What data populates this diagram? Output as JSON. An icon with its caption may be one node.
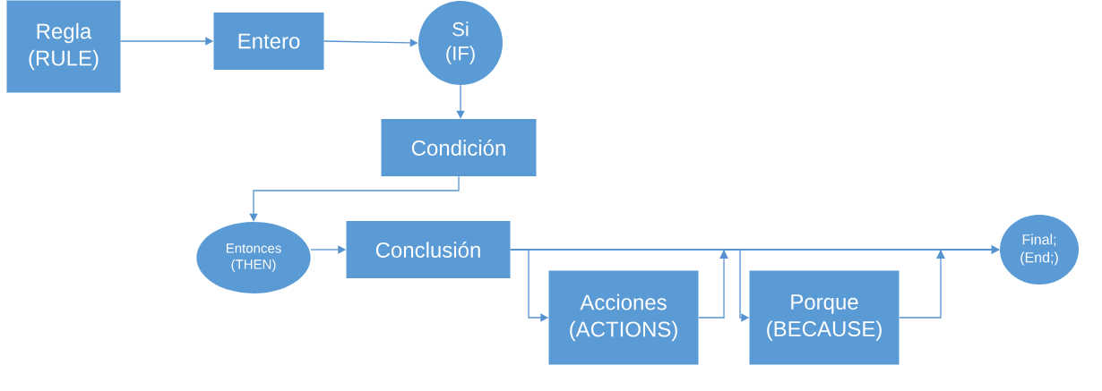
{
  "diagram": {
    "nodes": [
      {
        "text": [
          "Regla (RULE)"
        ]
      },
      {
        "text": [
          "Entero"
        ]
      },
      {
        "text": [
          "Si (IF)"
        ]
      },
      {
        "text": [
          "Condición"
        ]
      },
      {
        "text": [
          "Entonces (THEN)"
        ]
      },
      {
        "text": [
          "Conclusión"
        ]
      },
      {
        "text": [
          "Acciones (ACTIONS)"
        ]
      },
      {
        "text": [
          "Porque (BECAUSE)"
        ]
      },
      {
        "text": [
          "Final; (End;)"
        ]
      }
    ],
    "edges": [
      {
        "from": 0,
        "to": 1,
        "arrow": "to"
      },
      {
        "from": 1,
        "to": 2,
        "arrow": "to"
      },
      {
        "from": 2,
        "to": 3,
        "arrow": "to"
      },
      {
        "from": 3,
        "to": 4,
        "arrow": "to"
      },
      {
        "from": 4,
        "to": 5,
        "arrow": "to"
      },
      {
        "from": 5,
        "to": 8,
        "arrow": "to"
      },
      {
        "from": 5,
        "to": 6,
        "arrow": "to"
      },
      {
        "from": 6,
        "to": 8,
        "arrow": "to"
      },
      {
        "from": 5,
        "to": 7,
        "arrow": "to"
      },
      {
        "from": 7,
        "to": 8,
        "arrow": "to"
      }
    ]
  }
}
